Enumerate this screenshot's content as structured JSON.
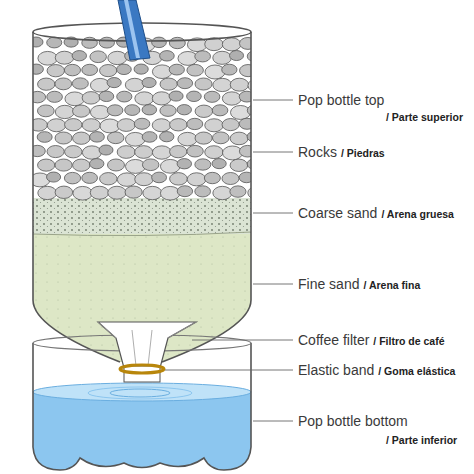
{
  "diagram": {
    "labels": [
      "Pop bottle top",
      "/ Parte superior",
      "Rocks",
      "/ Piedras",
      "Coarse sand",
      "/ Arena gruesa",
      "Fine sand",
      "/ Arena fina",
      "Coffee filter",
      "/ Filtro de café",
      "Elastic band",
      "/ Goma elástica",
      "Pop bottle bottom",
      "/ Parte inferior"
    ]
  }
}
